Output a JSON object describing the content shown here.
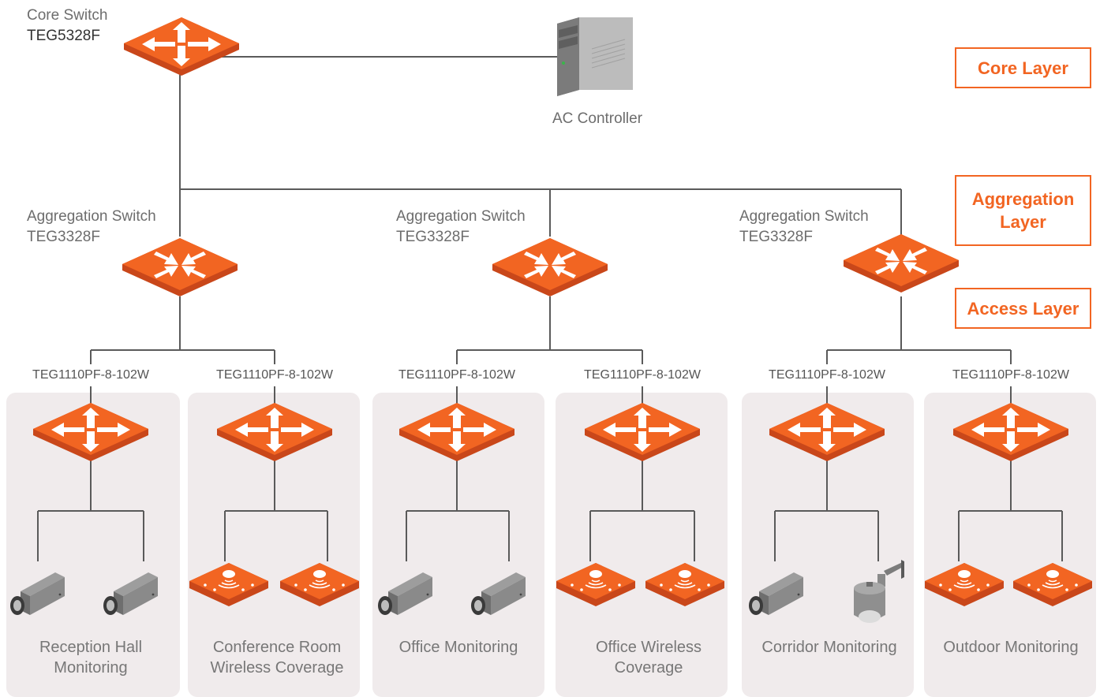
{
  "core": {
    "switch_label": "Core Switch",
    "switch_model": "TEG5328F",
    "controller_label": "AC Controller"
  },
  "layers": {
    "core": "Core Layer",
    "aggregation_line1": "Aggregation",
    "aggregation_line2": "Layer",
    "access": "Access Layer"
  },
  "aggregation": [
    {
      "label": "Aggregation Switch",
      "model": "TEG3328F"
    },
    {
      "label": "Aggregation Switch",
      "model": "TEG3328F"
    },
    {
      "label": "Aggregation Switch",
      "model": "TEG3328F"
    }
  ],
  "access": [
    {
      "model": "TEG1110PF-8-102W",
      "caption_line1": "Reception Hall",
      "caption_line2": "Monitoring",
      "devices": "camera"
    },
    {
      "model": "TEG1110PF-8-102W",
      "caption_line1": "Conference Room",
      "caption_line2": "Wireless Coverage",
      "devices": "ap"
    },
    {
      "model": "TEG1110PF-8-102W",
      "caption_line1": "Office Monitoring",
      "caption_line2": "",
      "devices": "camera"
    },
    {
      "model": "TEG1110PF-8-102W",
      "caption_line1": "Office Wireless",
      "caption_line2": "Coverage",
      "devices": "ap"
    },
    {
      "model": "TEG1110PF-8-102W",
      "caption_line1": "Corridor Monitoring",
      "caption_line2": "",
      "devices": "camera+dome"
    },
    {
      "model": "TEG1110PF-8-102W",
      "caption_line1": "Outdoor Monitoring",
      "caption_line2": "",
      "devices": "ap"
    }
  ],
  "colors": {
    "accent": "#f26522",
    "accent_dark": "#c9471a",
    "line": "#5a5a5a",
    "panel": "#f0ebec"
  }
}
